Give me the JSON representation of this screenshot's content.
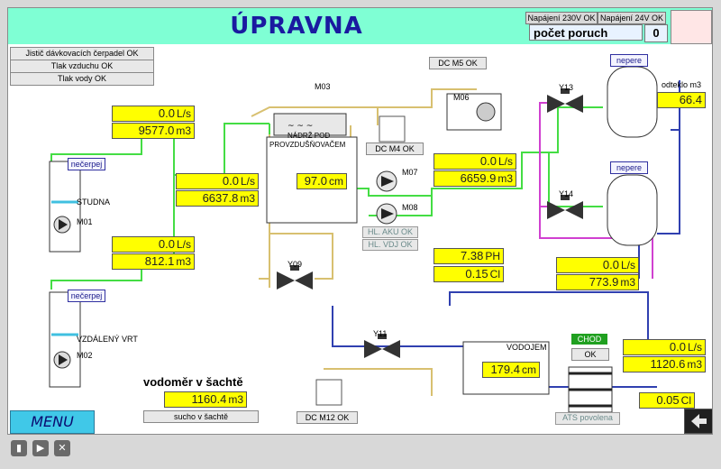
{
  "title": "ÚPRAVNA",
  "header": {
    "power230": "Napájení 230V OK",
    "power24": "Napájení 24V OK",
    "fault_label": "počet poruch",
    "fault_count": "0"
  },
  "status_left": [
    "Jistič dávkovacích čerpadel OK",
    "Tlak vzduchu OK",
    "Tlak vody OK"
  ],
  "wells": {
    "studna": {
      "label": "STUDNA",
      "pump": "M01",
      "btn": "nečerpej"
    },
    "vrt": {
      "label": "VZDÁLENÝ VRT",
      "pump": "M02",
      "btn": "nečerpej"
    }
  },
  "flows": {
    "f1": {
      "rate": "0.0",
      "rate_unit": "L/s",
      "total": "9577.0",
      "total_unit": "m3"
    },
    "f2": {
      "rate": "0.0",
      "rate_unit": "L/s",
      "total": "6637.8",
      "total_unit": "m3"
    },
    "f3": {
      "rate": "0.0",
      "rate_unit": "L/s",
      "total": "812.1",
      "total_unit": "m3"
    },
    "f4": {
      "rate": "0.0",
      "rate_unit": "L/s",
      "total": "6659.9",
      "total_unit": "m3"
    },
    "f5": {
      "rate": "0.0",
      "rate_unit": "L/s",
      "total": "773.9",
      "total_unit": "m3"
    },
    "f6": {
      "rate": "0.0",
      "rate_unit": "L/s",
      "total": "1120.6",
      "total_unit": "m3"
    }
  },
  "tank1": {
    "label_line1": "NÁDRŽ POD",
    "label_line2": "PROVZDUŠŇOVAČEM",
    "level": "97.0",
    "unit": "cm"
  },
  "vodojem": {
    "label": "VODOJEM",
    "level": "179.4",
    "unit": "cm"
  },
  "m03": "M03",
  "m06": "M06",
  "m07": "M07",
  "m08": "M08",
  "valves": {
    "y09": "Y09",
    "y11": "Y11",
    "y13": "Y13",
    "y14": "Y14"
  },
  "dc": {
    "m4": "DC M4 OK",
    "m5": "DC M5 OK",
    "m12": "DC M12 OK"
  },
  "hl": {
    "aku": "HL. AKU OK",
    "vdj": "HL. VDJ OK"
  },
  "ph": {
    "value": "7.38",
    "unit": "PH"
  },
  "cl1": {
    "value": "0.15",
    "unit": "Cl"
  },
  "cl2": {
    "value": "0.05",
    "unit": "Cl"
  },
  "filters": {
    "nepere1": "nepere",
    "nepere2": "nepere",
    "odteklo_label": "odteklo m3",
    "odteklo_value": "66.4"
  },
  "chod": {
    "label": "CHOD",
    "ok": "OK",
    "ats": "ATS povolena"
  },
  "vodomer": {
    "title": "vodoměr v šachtě",
    "value": "1160.4",
    "unit": "m3",
    "status": "sucho v šachtě"
  },
  "menu_label": "MENU",
  "colors": {
    "title_bar": "#7fffd4",
    "display": "#ffff00",
    "pipe_green": "#44dd44",
    "pipe_tan": "#d8c070",
    "pipe_blue": "#3040b0",
    "pipe_magenta": "#d040d0",
    "menu": "#40c8e8"
  }
}
